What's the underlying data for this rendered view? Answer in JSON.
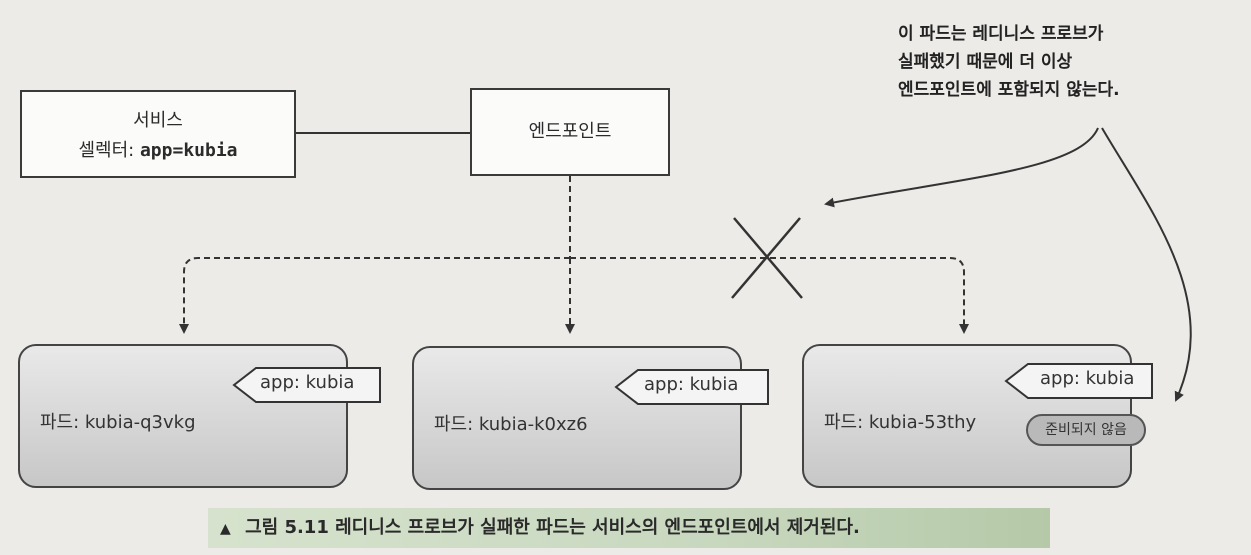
{
  "service": {
    "title": "서비스",
    "selector_label": "셀렉터:",
    "selector_value": "app=kubia"
  },
  "endpoints": {
    "label": "엔드포인트"
  },
  "pods": [
    {
      "tag": "app: kubia",
      "name": "파드: kubia-q3vkg"
    },
    {
      "tag": "app: kubia",
      "name": "파드: kubia-k0xz6"
    },
    {
      "tag": "app: kubia",
      "name": "파드: kubia-53thy",
      "status": "준비되지 않음"
    }
  ],
  "annotation": [
    "이 파드는 레디니스 프로브가",
    "실패했기 때문에 더 이상",
    "엔드포인트에 포함되지 않는다."
  ],
  "caption": {
    "icon": "triangle-up-icon",
    "text": "그림 5.11 레디니스 프로브가 실패한 파드는 서비스의 엔드포인트에서 제거된다."
  }
}
